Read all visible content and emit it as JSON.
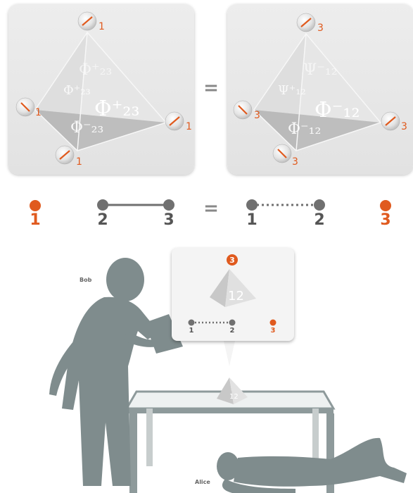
{
  "top_left_panel": {
    "face_labels": {
      "left_face": "Φ⁺₂₃",
      "top_face": "Φ⁺₂₃",
      "front_face": "Φ⁺₂₃",
      "bottom_face": "Φ⁻₂₃"
    },
    "atom_number": "1"
  },
  "equals_sign": "=",
  "top_right_panel": {
    "face_labels": {
      "left_face": "Ψ⁺₁₂",
      "top_face": "Ψ⁻₁₂",
      "front_face": "Φ⁻₁₂",
      "bottom_face": "Φ⁻₁₂"
    },
    "atom_number": "3"
  },
  "middle_row": {
    "qubit_1_left": "1",
    "qubit_2_left": "2",
    "qubit_3_left": "3",
    "equals": "=",
    "qubit_1_right": "1",
    "qubit_2_right": "2",
    "qubit_3_right": "3"
  },
  "callout": {
    "badge": "3",
    "pyramid_label": "12",
    "node_1": "1",
    "node_2": "2",
    "node_3": "3"
  },
  "people": {
    "bob": "Bob",
    "alice": "Alice"
  },
  "table_pyramid_label": "12",
  "colors": {
    "accent_orange": "#e05a1e",
    "node_gray": "#707070",
    "silhouette": "#7f8c8d",
    "panel_bg": "#e6e6e6"
  }
}
